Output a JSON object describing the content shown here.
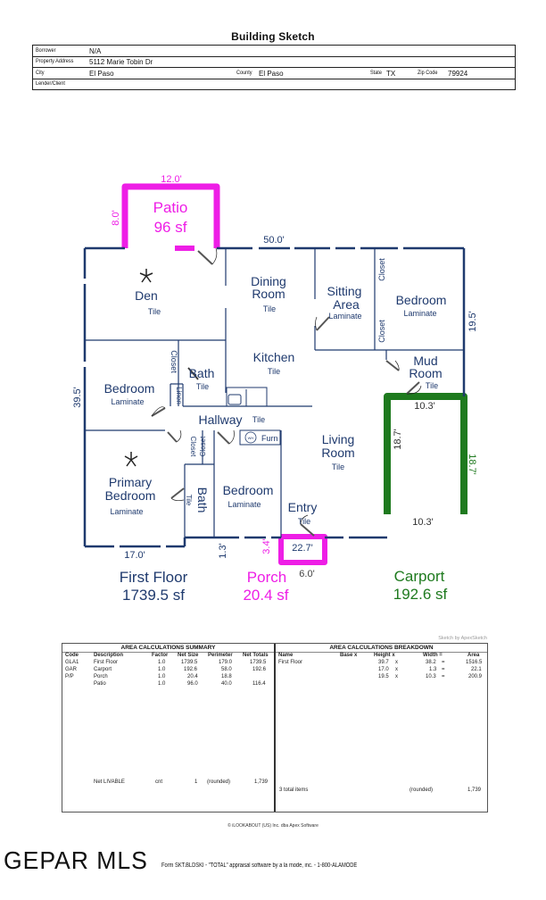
{
  "document": {
    "title": "Building Sketch"
  },
  "header": {
    "borrower_label": "Borrower",
    "borrower_value": "N/A",
    "address_label": "Property Address",
    "address_value": "5112 Marie Tobin Dr",
    "city_label": "City",
    "city_value": "El Paso",
    "county_label": "County",
    "county_value": "El Paso",
    "state_label": "State",
    "state_value": "TX",
    "zip_label": "Zip Code",
    "zip_value": "79924",
    "lender_label": "Lender/Client",
    "lender_value": ""
  },
  "colors": {
    "wall": "#1f3a6e",
    "patio_porch": "#ee1ee6",
    "carport": "#1e7a1e",
    "text_blue": "#1f3a6e"
  },
  "sketch": {
    "dimensions": {
      "patio_width": "12.0'",
      "patio_depth": "8.0'",
      "top_width": "50.0'",
      "right_depth": "19.5'",
      "left_depth": "39.5'",
      "bottom_left": "17.0'",
      "jog": "1.3'",
      "porch_depth": "3.4'",
      "porch_inner": "22.7'",
      "porch_width": "6.0'",
      "carport_top": "10.3'",
      "carport_left": "18.7'",
      "carport_right": "18.7'",
      "carport_bottom": "10.3'"
    },
    "rooms": [
      {
        "name": "Den",
        "floor": "Tile"
      },
      {
        "name": "Dining Room",
        "line1": "Dining",
        "line2": "Room",
        "floor": "Tile"
      },
      {
        "name": "Sitting Area",
        "line1": "Sitting",
        "line2": "Area",
        "floor": "Laminate"
      },
      {
        "name": "Bedroom",
        "floor": "Laminate"
      },
      {
        "name": "Kitchen",
        "floor": "Tile"
      },
      {
        "name": "Bath",
        "floor": "Tile"
      },
      {
        "name": "Bedroom",
        "floor": "Laminate"
      },
      {
        "name": "Mud Room",
        "line1": "Mud",
        "line2": "Room",
        "floor": "Tile"
      },
      {
        "name": "Hallway",
        "floor": "Tile"
      },
      {
        "name": "Living Room",
        "line1": "Living",
        "line2": "Room",
        "floor": "Tile"
      },
      {
        "name": "Primary Bedroom",
        "line1": "Primary",
        "line2": "Bedroom",
        "floor": "Laminate"
      },
      {
        "name": "Bath",
        "floor": "Tile"
      },
      {
        "name": "Bedroom",
        "floor": "Laminate"
      },
      {
        "name": "Entry",
        "floor": "Tile"
      }
    ],
    "small_labels": {
      "closet": "Closet",
      "linen": "Linen",
      "furnace": "Furn",
      "water_heater": "WH"
    },
    "areas": {
      "first_floor_name": "First Floor",
      "first_floor_area": "1739.5 sf",
      "porch_name": "Porch",
      "porch_area": "20.4 sf",
      "patio_name": "Patio",
      "patio_area": "96 sf",
      "carport_name": "Carport",
      "carport_area": "192.6 sf"
    }
  },
  "summary": {
    "title": "AREA CALCULATIONS SUMMARY",
    "columns": [
      "Code",
      "Description",
      "Factor",
      "Net Size",
      "Perimeter",
      "Net Totals"
    ],
    "rows": [
      {
        "code": "GLA1",
        "description": "First Floor",
        "factor": "1.0",
        "net_size": "1739.5",
        "perimeter": "179.0",
        "net_totals": "1739.5"
      },
      {
        "code": "GAR",
        "description": "Carport",
        "factor": "1.0",
        "net_size": "192.6",
        "perimeter": "58.0",
        "net_totals": "192.6"
      },
      {
        "code": "P/P",
        "description": "Porch",
        "factor": "1.0",
        "net_size": "20.4",
        "perimeter": "18.8",
        "net_totals": ""
      },
      {
        "code": "",
        "description": "Patio",
        "factor": "1.0",
        "net_size": "96.0",
        "perimeter": "40.0",
        "net_totals": "116.4"
      }
    ],
    "footer": {
      "label": "Net LIVABLE",
      "unit": "cnt",
      "count": "1",
      "rounded": "(rounded)",
      "total": "1,739"
    }
  },
  "breakdown": {
    "title": "AREA CALCULATIONS BREAKDOWN",
    "credit": "Sketch by ApexSketch",
    "columns": [
      "Name",
      "Base x",
      "Height x",
      "Width =",
      "Area"
    ],
    "rows": [
      {
        "name": "First Floor",
        "height": "39.7",
        "x": "x",
        "width": "38.2",
        "eq": "=",
        "area": "1516.5"
      },
      {
        "name": "",
        "height": "17.0",
        "x": "x",
        "width": "1.3",
        "eq": "=",
        "area": "22.1"
      },
      {
        "name": "",
        "height": "19.5",
        "x": "x",
        "width": "10.3",
        "eq": "=",
        "area": "200.9"
      }
    ],
    "footer": {
      "label": "3 total items",
      "rounded": "(rounded)",
      "total": "1,739"
    }
  },
  "footer": {
    "copyright": "© iLOOKABOUT (US) Inc. dba Apex Software",
    "logo": "GEPAR MLS",
    "form_line": "Form SKT.BLDSKI - \"TOTAL\" appraisal software by a la mode, inc. - 1-800-ALAMODE"
  }
}
